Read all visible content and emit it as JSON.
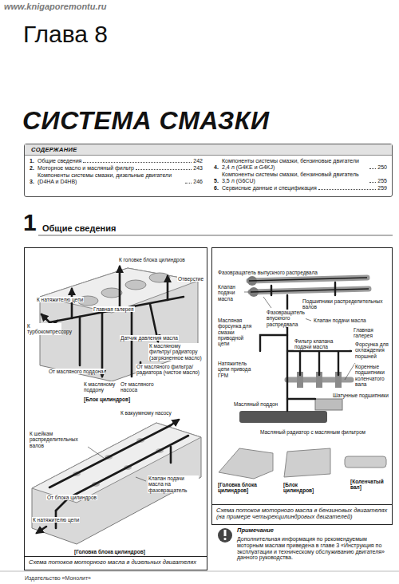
{
  "diagram": {
    "title": "СИСТЕМА СМАЗКИ",
    "nodes": [
      {
        "text": [
          "СОДЕРЖАНИЕ",
          "1.",
          "Общие сведения",
          "242",
          "2.",
          "Моторное масло и масляный фильтр",
          "243",
          "3.",
          "Компоненты системы смазки, дизельные двигатели (D4HA и D4HB)",
          "246",
          "4.",
          "Компоненты системы смазки, бензиновые двигатели 2,4 л (G4KE и G4KJ)",
          "250",
          "5.",
          "Компоненты системы смазки, бензиновый двигатель 3,5 л (G6CU)",
          "255",
          "6.",
          "Сервисные данные и спецификация",
          "259"
        ]
      },
      {
        "text": [
          "Схема потоков моторного масла в дизельных двигателях"
        ]
      },
      {
        "text": [
          "Схема потоков моторного масла в бензиновых двигателях (на примере четырехцилиндровых двигателей)"
        ]
      }
    ],
    "labels": [
      "www.knigaporemontu.ru",
      "Глава 8",
      "1",
      "Общие сведения",
      "К головке блока цилиндров",
      "Отверстие",
      "К натяжителю цепи",
      "Главная галерея",
      "К турбокомпрессору",
      "Датчик давления масла",
      "К масляному фильтру/ радиатору (загрязненное масло)",
      "От масляного фильтра/ радиатора (чистое масло)",
      "От масляного поддона",
      "К масляному поддону",
      "От масляного насоса",
      "[Блок цилиндров]",
      "К вакуумному насосу",
      "К шейкам распределительных валов",
      "Клапан подачи масла на фазовращатель",
      "От блока цилиндров",
      "К натяжителю цепи",
      "[Головка блока цилиндров]",
      "Фазовращатель выпускного распредвала",
      "Клапан подачи масла",
      "Фазовращатель впускного распредвала",
      "Подшипники распределительных валов",
      "Клапан подачи масла",
      "Главная галерея",
      "Масляная форсунка для смазки приводной цепи",
      "Фильтр клапана подачи масла",
      "Форсунка для охлаждения поршней",
      "Натяжитель цепи привода ГРМ",
      "Коренные подшипники коленчатого вала",
      "Шатунные подшипники",
      "Масляный поддон",
      "Масляный радиатор с масляным фильтром",
      "[Головка блока цилиндров]",
      "[Блок цилиндров]",
      "[Коленчатый вал]",
      "Примечание",
      "Дополнительная информация по рекомендуемым моторным маслам приведена в главе 3 «Инструкция по эксплуатации и техническому обслуживанию двигателя» данного руководства.",
      "Издательство «Монолит»"
    ]
  }
}
